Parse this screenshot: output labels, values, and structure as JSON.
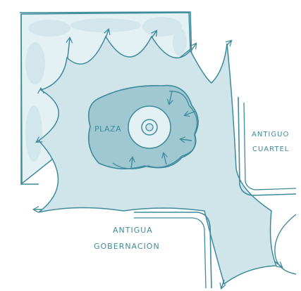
{
  "labels": {
    "plaza": "PLAZA",
    "antiguo_cuartel": [
      "ANTIGUO",
      "CUARTEL"
    ],
    "antigua_gobernacion": [
      "ANTIGUA",
      "GOBERNACION"
    ]
  },
  "colors": {
    "ink": "#3f8a9b",
    "wash": "#cfe5ea",
    "wash_light": "#e4f1f4",
    "wash_dark": "#9fc8d2"
  }
}
